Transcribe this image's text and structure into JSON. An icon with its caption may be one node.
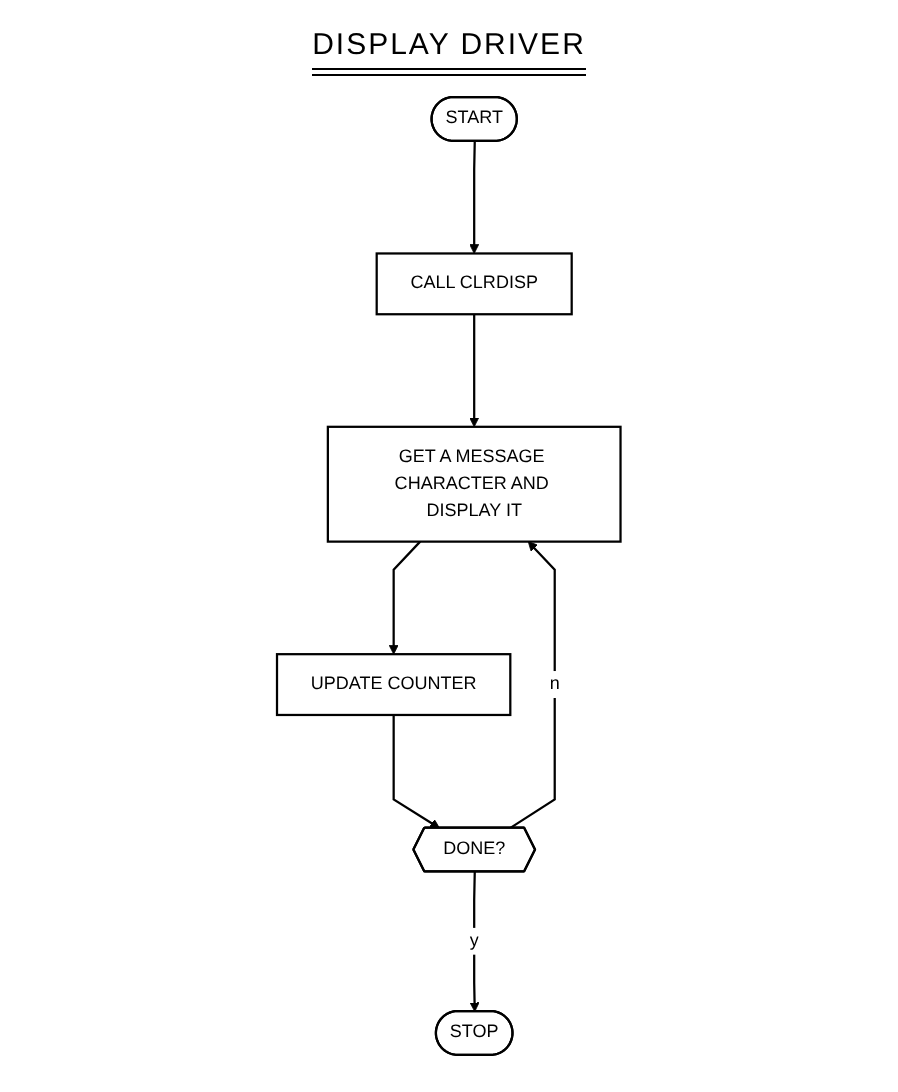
{
  "diagram": {
    "title": "DISPLAY DRIVER",
    "nodes": [
      {
        "text": [
          "START"
        ]
      },
      {
        "text": [
          "CALL CLRDISP"
        ]
      },
      {
        "text": [
          "GET A MESSAGE CHARACTER AND DISPLAY IT"
        ]
      },
      {
        "text": [
          "UPDATE COUNTER"
        ]
      },
      {
        "text": [
          "DONE?"
        ]
      },
      {
        "text": [
          "STOP"
        ]
      }
    ],
    "edges": [
      {
        "from": 0,
        "to": 1,
        "arrow": "to"
      },
      {
        "from": 1,
        "to": 2,
        "arrow": "to"
      },
      {
        "from": 2,
        "to": 3,
        "arrow": "to"
      },
      {
        "from": 3,
        "to": 4,
        "arrow": "to"
      },
      {
        "from": 4,
        "to": 2,
        "arrow": "to",
        "label": "n"
      },
      {
        "from": 4,
        "to": 5,
        "arrow": "to",
        "label": "y"
      }
    ]
  }
}
